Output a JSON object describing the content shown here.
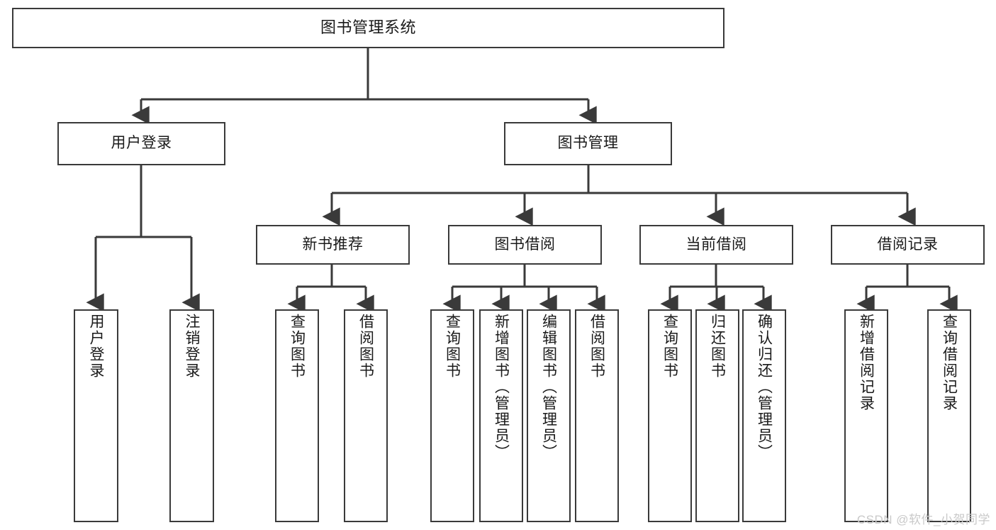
{
  "diagram": {
    "title": "图书管理系统",
    "type": "功能结构图",
    "colors": {
      "box_border": "#3a3a3a",
      "box_fill": "#ffffff",
      "edge": "#3a3a3a",
      "text": "#1a1a1a",
      "watermark": "#c9c9c9",
      "background": "#ffffff"
    }
  },
  "nodes": {
    "root": {
      "label": "图书管理系统"
    },
    "level1": [
      {
        "id": "user-login",
        "label": "用户登录"
      },
      {
        "id": "book-management",
        "label": "图书管理"
      }
    ],
    "level2": [
      {
        "id": "new-book-recommend",
        "label": "新书推荐"
      },
      {
        "id": "book-borrow",
        "label": "图书借阅"
      },
      {
        "id": "current-borrow",
        "label": "当前借阅"
      },
      {
        "id": "borrow-record",
        "label": "借阅记录"
      }
    ],
    "leaves": {
      "user_login": [
        {
          "id": "leaf-user-login",
          "label": "用户登录"
        },
        {
          "id": "leaf-logout-login",
          "label": "注销登录"
        }
      ],
      "new_book_recommend": [
        {
          "id": "leaf-query-book-1",
          "label": "查询图书"
        },
        {
          "id": "leaf-borrow-book-1",
          "label": "借阅图书"
        }
      ],
      "book_borrow": [
        {
          "id": "leaf-query-book-2",
          "label": "查询图书"
        },
        {
          "id": "leaf-add-book",
          "label": "新增图书（管理员）"
        },
        {
          "id": "leaf-edit-book",
          "label": "编辑图书（管理员）"
        },
        {
          "id": "leaf-borrow-book-2",
          "label": "借阅图书"
        }
      ],
      "current_borrow": [
        {
          "id": "leaf-query-book-3",
          "label": "查询图书"
        },
        {
          "id": "leaf-return-book",
          "label": "归还图书"
        },
        {
          "id": "leaf-confirm-return",
          "label": "确认归还（管理员）"
        }
      ],
      "borrow_record": [
        {
          "id": "leaf-add-record",
          "label": "新增借阅记录"
        },
        {
          "id": "leaf-query-record",
          "label": "查询借阅记录"
        }
      ]
    }
  },
  "watermark": {
    "text": "CSDN @软件_小贺同学"
  }
}
